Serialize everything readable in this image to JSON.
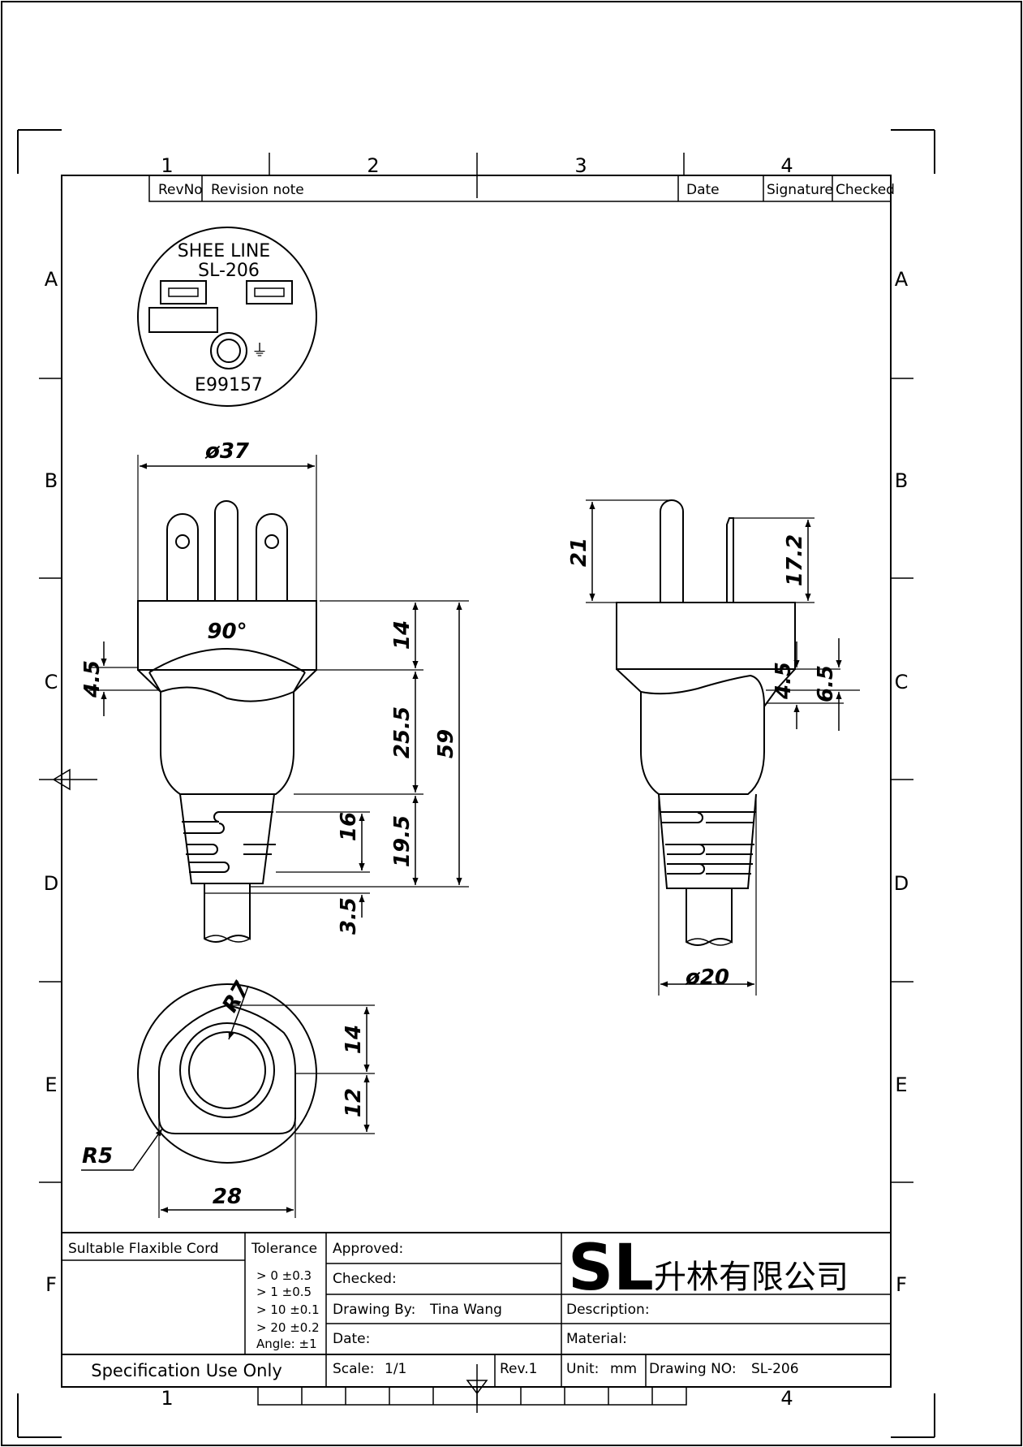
{
  "frame": {
    "column_labels_top": [
      "1",
      "2",
      "3",
      "4"
    ],
    "column_labels_bottom": [
      "1",
      "4"
    ],
    "row_labels": [
      "A",
      "B",
      "C",
      "D",
      "E",
      "F"
    ]
  },
  "revision_table": {
    "headers": [
      "RevNo",
      "Revision note",
      "Date",
      "Signature",
      "Checked"
    ]
  },
  "plug_face": {
    "brand": "SHEE LINE",
    "model": "SL-206",
    "cert_no": "E99157",
    "ground_symbol": "⏚"
  },
  "dimensions": {
    "front_width": "ø37",
    "angle": "90°",
    "shoulder": "4.5",
    "body_top": "14",
    "body_mid": "25.5",
    "body_total": "59",
    "sleeve_grip": "16",
    "sleeve": "19.5",
    "sleeve_gap": "3.5",
    "side_pin_long": "21",
    "side_pin_short": "17.2",
    "side_step_a": "4.5",
    "side_step_b": "6.5",
    "side_cord_dia": "ø20",
    "bottom_radius_inner": "R7",
    "bottom_upper": "14",
    "bottom_lower": "12",
    "bottom_corner_radius": "R5",
    "bottom_width": "28"
  },
  "title_block": {
    "cord_label": "Sultable Flaxible Cord",
    "tolerance_label": "Tolerance",
    "tolerances": [
      "> 0  ±0.3",
      "> 1  ±0.5",
      "> 10  ±0.1",
      "> 20  ±0.2",
      "Angle: ±1"
    ],
    "approved_label": "Approved:",
    "checked_label": "Checked:",
    "drawn_by_label": "Drawing By:",
    "drawn_by_value": "Tina Wang",
    "date_label": "Date:",
    "logo_letters": "SL",
    "company_name": "升林有限公司",
    "description_label": "Description:",
    "material_label": "Material:",
    "spec_note": "Specification Use Only",
    "scale_label": "Scale:",
    "scale_value": "1/1",
    "rev_label": "Rev.1",
    "unit_label": "Unit:",
    "unit_value": "mm",
    "drawing_no_label": "Drawing NO:",
    "drawing_no_value": "SL-206"
  }
}
